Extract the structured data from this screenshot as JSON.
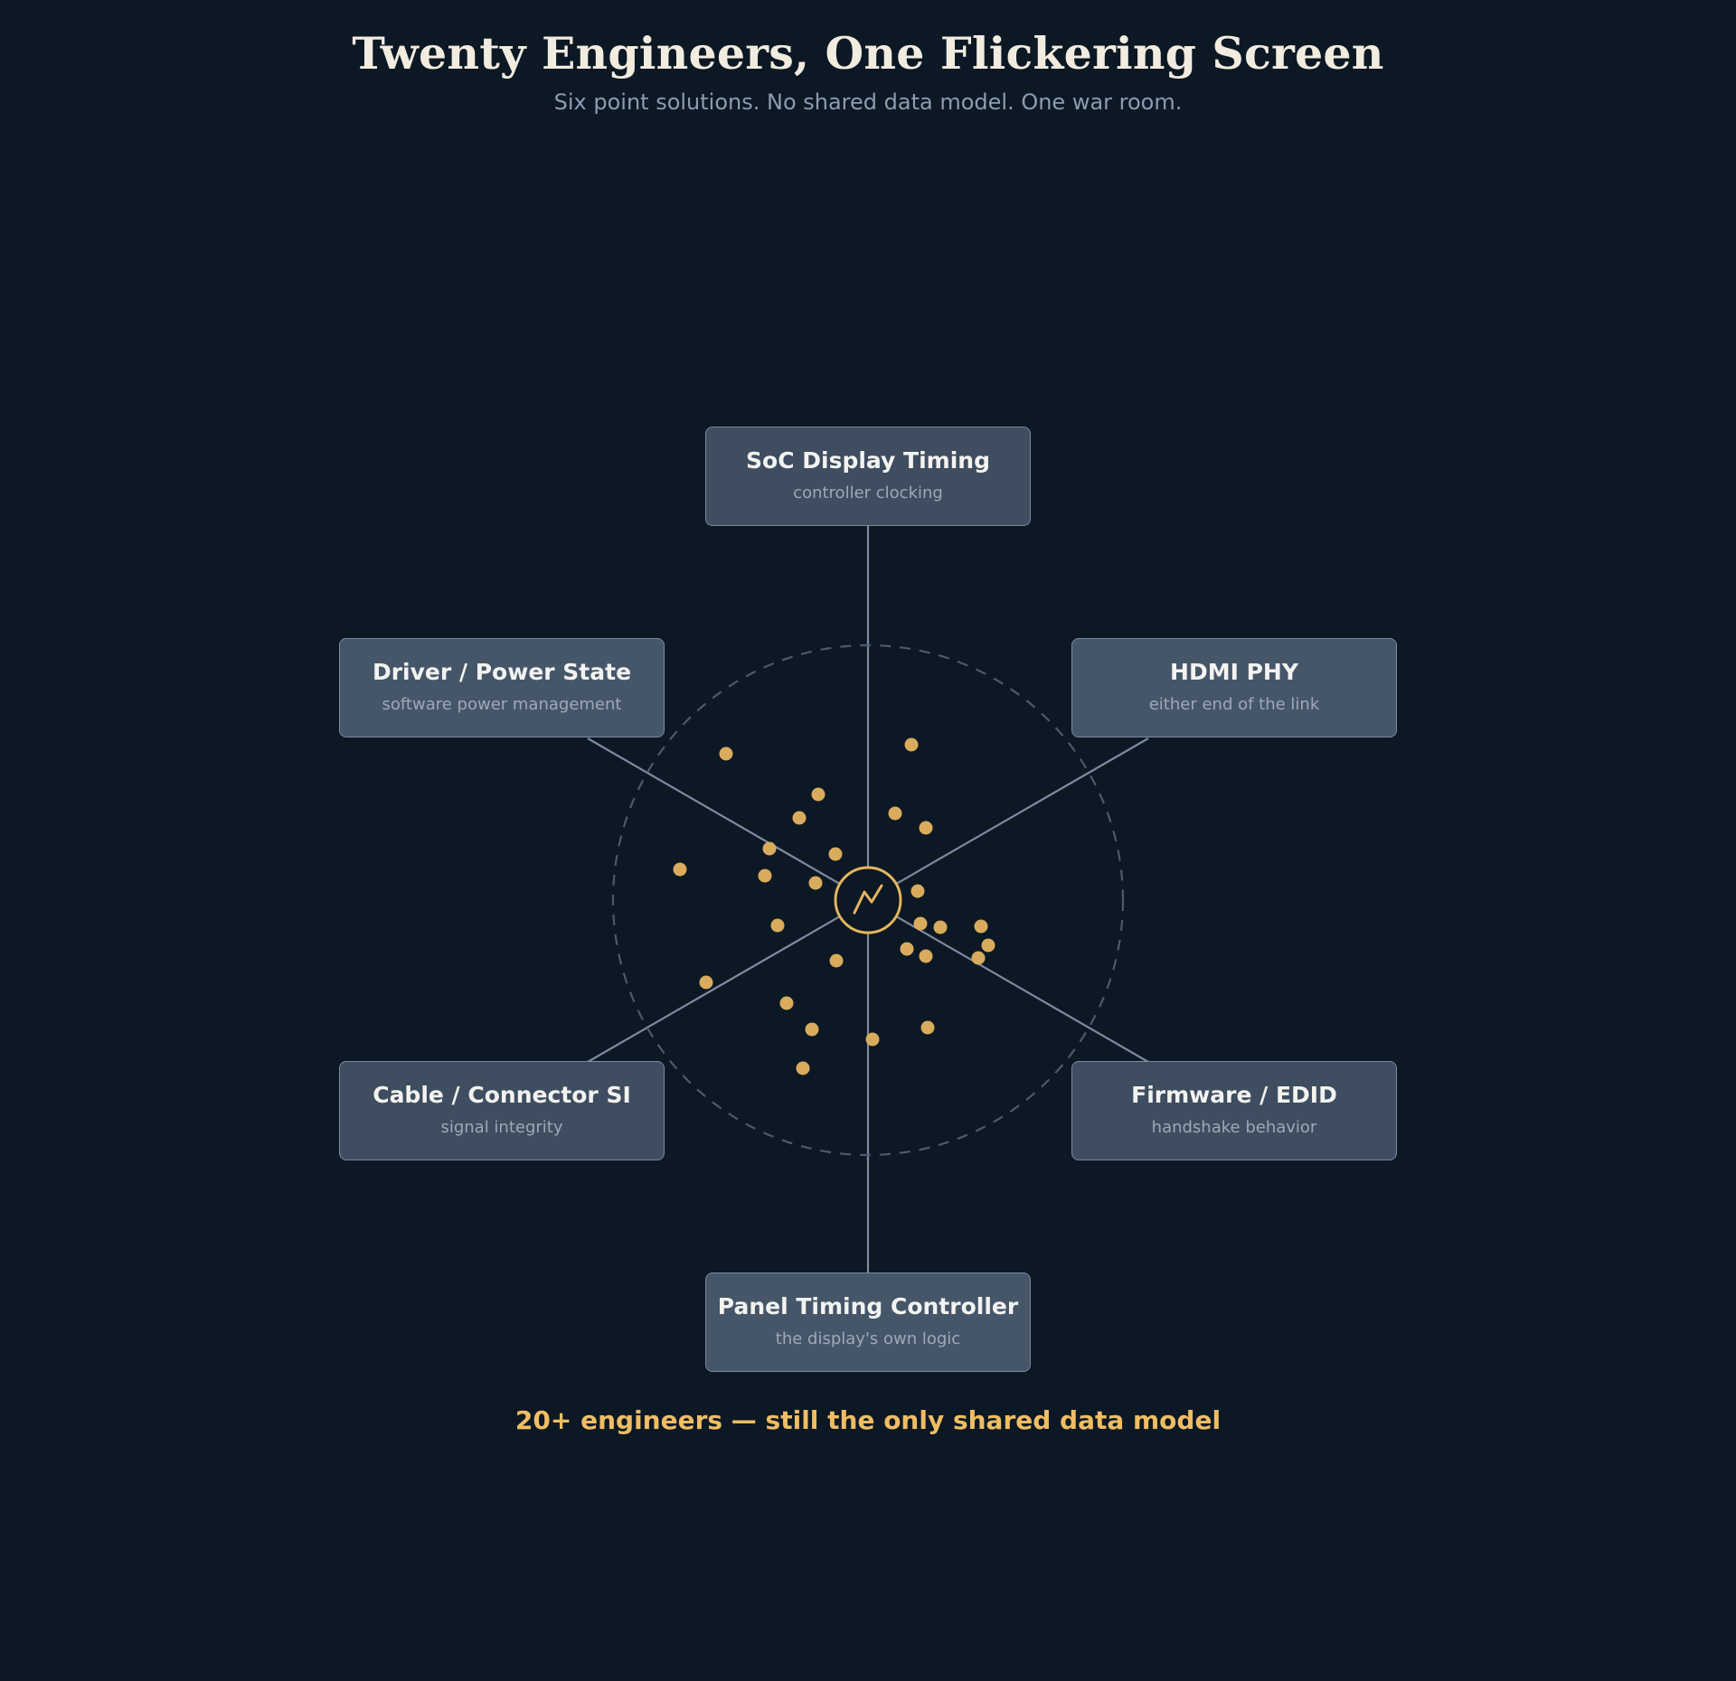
{
  "header": {
    "title": "Twenty Engineers, One Flickering Screen",
    "subtitle": "Six point solutions. No shared data model. One war room."
  },
  "hub": {
    "icon": "flicker-zigzag-icon",
    "engineer_dot_count": 27
  },
  "domains": [
    {
      "title": "SoC Display Timing",
      "subtitle": "controller clocking"
    },
    {
      "title": "HDMI PHY",
      "subtitle": "either end of the link"
    },
    {
      "title": "Firmware / EDID",
      "subtitle": "handshake behavior"
    },
    {
      "title": "Panel Timing Controller",
      "subtitle": "the display's own logic"
    },
    {
      "title": "Cable / Connector SI",
      "subtitle": "signal integrity"
    },
    {
      "title": "Driver / Power State",
      "subtitle": "software power management"
    }
  ],
  "footer": {
    "caption": "20+ engineers — still the only shared data model"
  },
  "colors": {
    "background": "#0c1824",
    "accent": "#efbd63",
    "dot": "#d9ac5d",
    "spoke": "#7d8aa0",
    "node_fill": "#3e4d5f",
    "node_border": "#7a8aa0"
  }
}
